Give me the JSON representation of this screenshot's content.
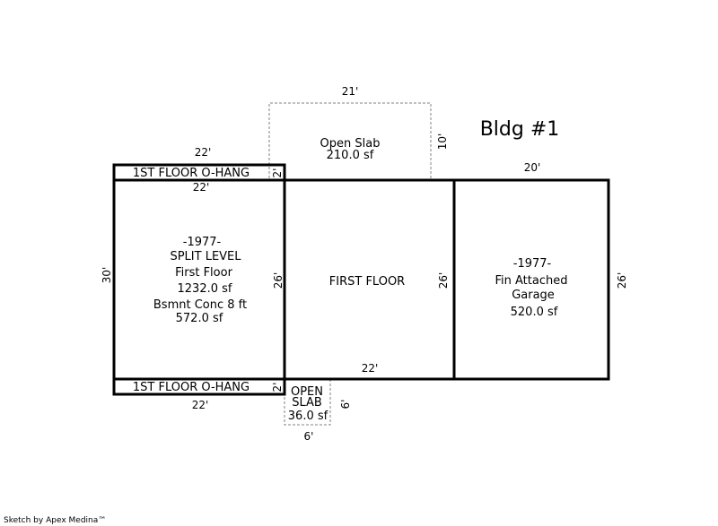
{
  "title": "Bldg #1",
  "credit": "Sketch by Apex Medina™",
  "areas": {
    "open_slab_top": {
      "name": "Open Slab",
      "area": "210.0 sf"
    },
    "ohang_top": {
      "name": "1ST FLOOR O-HANG"
    },
    "ohang_bottom": {
      "name": "1ST FLOOR O-HANG"
    },
    "split_level": {
      "year": "-1977-",
      "type": "SPLIT LEVEL",
      "floor": "First Floor",
      "area": "1232.0 sf",
      "basement": "Bsmnt Conc 8 ft",
      "basement_area": "572.0 sf"
    },
    "first_floor": {
      "name": "FIRST FLOOR"
    },
    "garage": {
      "year": "-1977-",
      "line1": "Fin Attached",
      "line2": "Garage",
      "area": "520.0 sf"
    },
    "open_slab_bottom": {
      "line1": "OPEN",
      "line2": "SLAB",
      "area": "36.0 sf"
    }
  },
  "dimensions": {
    "slab_top_width": "21'",
    "slab_top_height": "10'",
    "ohang_top_outer": "22'",
    "ohang_top_inner": "22'",
    "ohang_top_depth": "2'",
    "split_left": "30'",
    "split_right": "26'",
    "first_floor_right": "26'",
    "first_floor_bottom": "22'",
    "garage_top": "20'",
    "garage_right": "26'",
    "ohang_bottom_depth": "2'",
    "ohang_bottom_width": "22'",
    "slab_bottom_height": "6'",
    "slab_bottom_width": "6'"
  }
}
